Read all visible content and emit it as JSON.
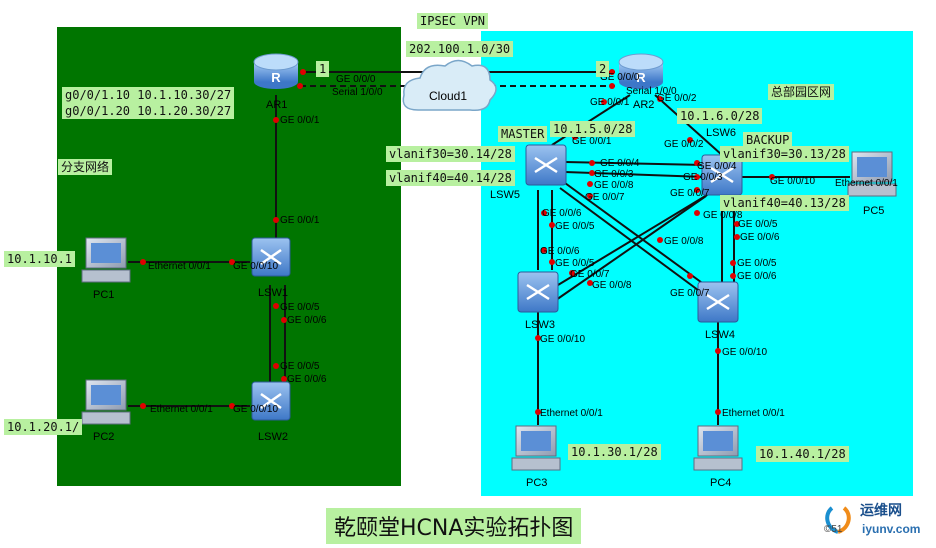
{
  "title": "乾颐堂HCNA实验拓扑图",
  "zones": {
    "branch_label": "分支网络",
    "hq_label": "总部园区网",
    "vpn_label": "IPSEC VPN"
  },
  "labels": {
    "vpn_net": "202.100.1.0/30",
    "ar1_subif_1": "g0/0/1.10 10.1.10.30/27",
    "ar1_subif_2": "g0/0/1.20 10.1.20.30/27",
    "lsw5_net": "10.1.5.0/28",
    "lsw6_net": "10.1.6.0/28",
    "master": "MASTER",
    "backup": "BACKUP",
    "lsw5_vlanif30": "vlanif30=30.14/28",
    "lsw5_vlanif40": "vlanif40=40.14/28",
    "lsw6_vlanif30": "vlanif30=30.13/28",
    "lsw6_vlanif40": "vlanif40=40.13/28",
    "pc1_ip": "10.1.10.1",
    "pc2_ip": "10.1.20.1/",
    "pc3_ip": "10.1.30.1/28",
    "pc4_ip": "10.1.40.1/28",
    "ar1_side_num": "1",
    "ar2_side_num": "2"
  },
  "devices": {
    "ar1": "AR1",
    "ar2": "AR2",
    "cloud": "Cloud1",
    "lsw1": "LSW1",
    "lsw2": "LSW2",
    "lsw3": "LSW3",
    "lsw4": "LSW4",
    "lsw5": "LSW5",
    "lsw6": "LSW6",
    "pc1": "PC1",
    "pc2": "PC2",
    "pc3": "PC3",
    "pc4": "PC4",
    "pc5": "PC5",
    "router_glyph": "R"
  },
  "ports": {
    "ar1_ge000": "GE 0/0/0",
    "ar1_serial": "Serial 1/0/0",
    "ar1_ge001": "GE 0/0/1",
    "ar2_ge000": "GE 0/0/0",
    "ar2_serial": "Serial 1/0/0",
    "ar2_ge001": "GE 0/0/1",
    "ar2_ge002": "GE 0/0/2",
    "lsw1_ge001": "GE 0/0/1",
    "lsw1_ge0010": "GE 0/0/10",
    "lsw1_ge005": "GE 0/0/5",
    "lsw1_ge006": "GE 0/0/6",
    "lsw2_ge005": "GE 0/0/5",
    "lsw2_ge006": "GE 0/0/6",
    "lsw2_ge0010": "GE 0/0/10",
    "pc1_eth": "Ethernet 0/0/1",
    "pc2_eth": "Ethernet 0/0/1",
    "lsw5_ge001": "GE 0/0/1",
    "lsw5_ge004": "GE 0/0/4",
    "lsw5_ge003": "GE 0/0/3",
    "lsw5_ge008": "GE 0/0/8",
    "lsw5_ge007": "GE 0/0/7",
    "lsw5_ge006": "GE 0/0/6",
    "lsw5_ge005": "GE 0/0/5",
    "lsw6_ge002": "GE 0/0/2",
    "lsw6_ge004": "GE 0/0/4",
    "lsw6_ge003": "GE 0/0/3",
    "lsw6_ge007": "GE 0/0/7",
    "lsw6_ge008": "GE 0/0/8",
    "lsw6_ge005": "GE 0/0/5",
    "lsw6_ge006": "GE 0/0/6",
    "lsw6_ge0010": "GE 0/0/10",
    "pc5_eth": "Ethernet 0/0/1",
    "lsw3_ge006": "GE 0/0/6",
    "lsw3_ge005": "GE 0/0/5",
    "lsw3_ge007": "GE 0/0/7",
    "lsw3_ge008": "GE 0/0/8",
    "lsw3_ge0010": "GE 0/0/10",
    "lsw4_ge008": "GE 0/0/8",
    "lsw4_ge007": "GE 0/0/7",
    "lsw4_ge005": "GE 0/0/5",
    "lsw4_ge006": "GE 0/0/6",
    "lsw4_ge0010": "GE 0/0/10",
    "pc3_eth": "Ethernet 0/0/1",
    "pc4_eth": "Ethernet 0/0/1"
  },
  "watermark": {
    "brand": "运维网",
    "site": "iyunv.com",
    "prefix": "©51"
  },
  "colors": {
    "branch_bg": "#007500",
    "hq_bg": "#00ffff",
    "label_bg": "#b8f0a0",
    "device_blue": "#5b8fd6",
    "link": "#111111",
    "port_dot": "#e00000",
    "cloud": "#d9ecf7"
  }
}
